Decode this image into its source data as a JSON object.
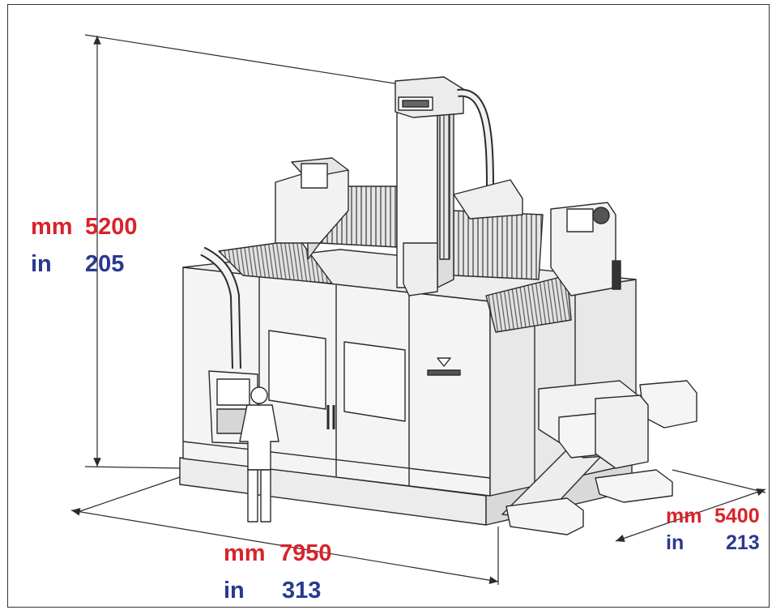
{
  "dimensions": {
    "height": {
      "mm_unit": "mm",
      "mm_value": "5200",
      "in_unit": "in",
      "in_value": "205"
    },
    "width": {
      "mm_unit": "mm",
      "mm_value": "7950",
      "in_unit": "in",
      "in_value": "313"
    },
    "depth": {
      "mm_unit": "mm",
      "mm_value": "5400",
      "in_unit": "in",
      "in_value": "213"
    }
  },
  "colors": {
    "mm": "#d8232a",
    "in": "#2a3990",
    "line": "#2b2b2b"
  }
}
